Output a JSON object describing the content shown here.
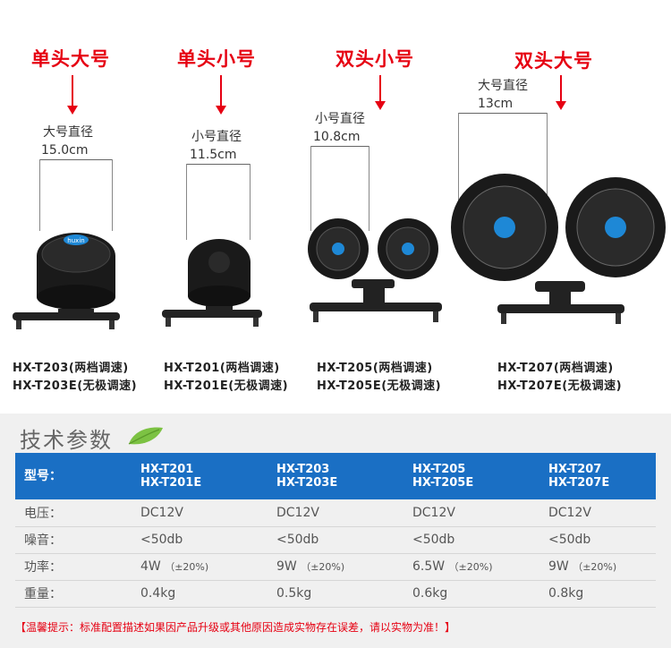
{
  "products": [
    {
      "title": "单头大号",
      "dim_label": "大号直径",
      "dim_value": "15.0cm",
      "model_a": "HX-T203(两档调速)",
      "model_b": "HX-T203E(无极调速)"
    },
    {
      "title": "单头小号",
      "dim_label": "小号直径",
      "dim_value": "11.5cm",
      "model_a": "HX-T201(两档调速)",
      "model_b": "HX-T201E(无极调速)"
    },
    {
      "title": "双头小号",
      "dim_label": "小号直径",
      "dim_value": "10.8cm",
      "model_a": "HX-T205(两档调速)",
      "model_b": "HX-T205E(无极调速)"
    },
    {
      "title": "双头大号",
      "dim_label": "大号直径",
      "dim_value": "13cm",
      "model_a": "HX-T207(两档调速)",
      "model_b": "HX-T207E(无极调速)"
    }
  ],
  "brand": "huxin",
  "specs": {
    "title": "技术参数",
    "header": {
      "label": "型号：",
      "models": [
        [
          "HX-T201",
          "HX-T201E"
        ],
        [
          "HX-T203",
          "HX-T203E"
        ],
        [
          "HX-T205",
          "HX-T205E"
        ],
        [
          "HX-T207",
          "HX-T207E"
        ]
      ]
    },
    "rows": [
      {
        "label": "电压：",
        "values": [
          "DC12V",
          "DC12V",
          "DC12V",
          "DC12V"
        ]
      },
      {
        "label": "噪音：",
        "values": [
          "<50db",
          "<50db",
          "<50db",
          "<50db"
        ]
      },
      {
        "label": "功率：",
        "values": [
          "4W",
          "9W",
          "6.5W",
          "9W"
        ],
        "tolerance": "（±20%)"
      },
      {
        "label": "重量：",
        "values": [
          "0.4kg",
          "0.5kg",
          "0.6kg",
          "0.8kg"
        ]
      }
    ],
    "notice": "【温馨提示：标准配置描述如果因产品升级或其他原因造成实物存在误差，请以实物为准！】"
  },
  "colors": {
    "accent_red": "#e60012",
    "header_blue": "#1a6fc4",
    "fan_blue": "#1e88d6"
  }
}
